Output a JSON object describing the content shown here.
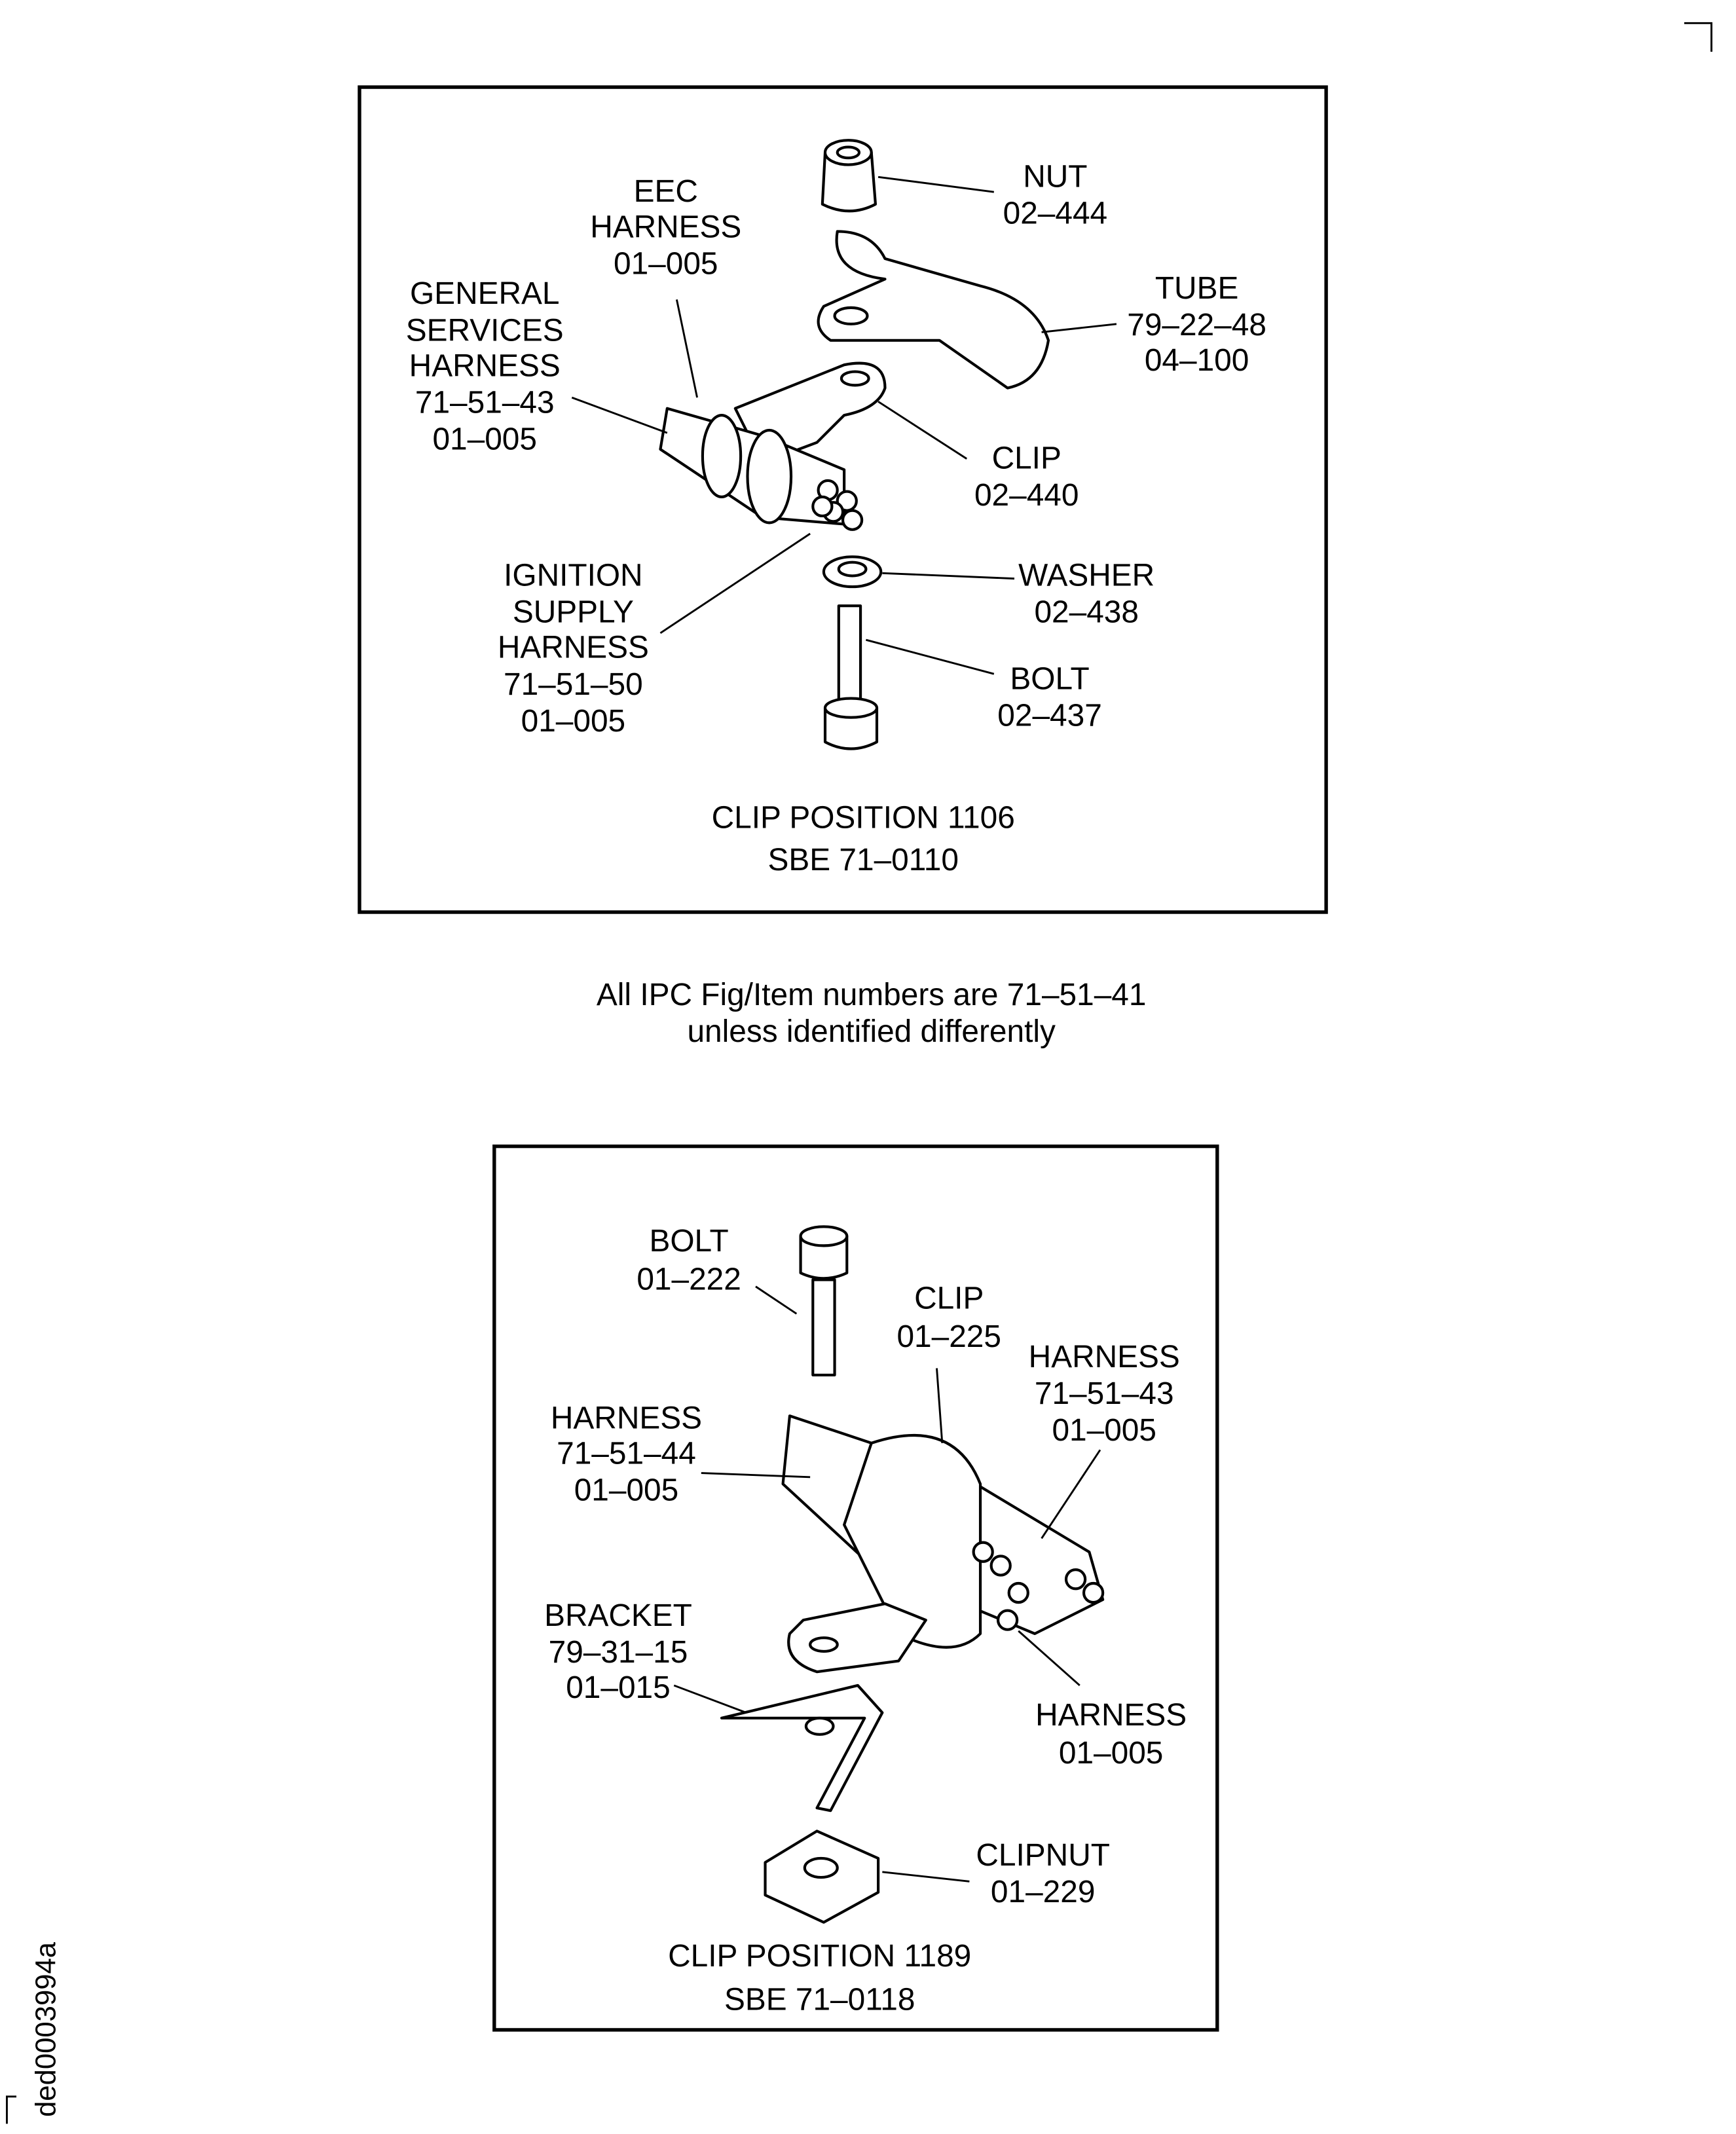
{
  "figure_id": "ded0003994a",
  "note": {
    "line1": "All IPC Fig/Item numbers are 71–51–41",
    "line2": "unless identified differently"
  },
  "top_panel": {
    "caption": {
      "line1": "CLIP POSITION 1106",
      "line2": "SBE 71–0110"
    },
    "labels": {
      "eec": [
        "EEC",
        "HARNESS",
        "01–005"
      ],
      "general": [
        "GENERAL",
        "SERVICES",
        "HARNESS",
        "71–51–43",
        "01–005"
      ],
      "nut": [
        "NUT",
        "02–444"
      ],
      "tube": [
        "TUBE",
        "79–22–48",
        "04–100"
      ],
      "clip": [
        "CLIP",
        "02–440"
      ],
      "ignition": [
        "IGNITION",
        "SUPPLY",
        "HARNESS",
        "71–51–50",
        "01–005"
      ],
      "washer": [
        "WASHER",
        "02–438"
      ],
      "bolt": [
        "BOLT",
        "02–437"
      ]
    }
  },
  "bottom_panel": {
    "caption": {
      "line1": "CLIP POSITION 1189",
      "line2": "SBE 71–0118"
    },
    "labels": {
      "bolt": [
        "BOLT",
        "01–222"
      ],
      "clip": [
        "CLIP",
        "01–225"
      ],
      "harness_43": [
        "HARNESS",
        "71–51–43",
        "01–005"
      ],
      "harness_44": [
        "HARNESS",
        "71–51–44",
        "01–005"
      ],
      "bracket": [
        "BRACKET",
        "79–31–15",
        "01–015"
      ],
      "harness": [
        "HARNESS",
        "01–005"
      ],
      "clipnut": [
        "CLIPNUT",
        "01–229"
      ]
    }
  }
}
